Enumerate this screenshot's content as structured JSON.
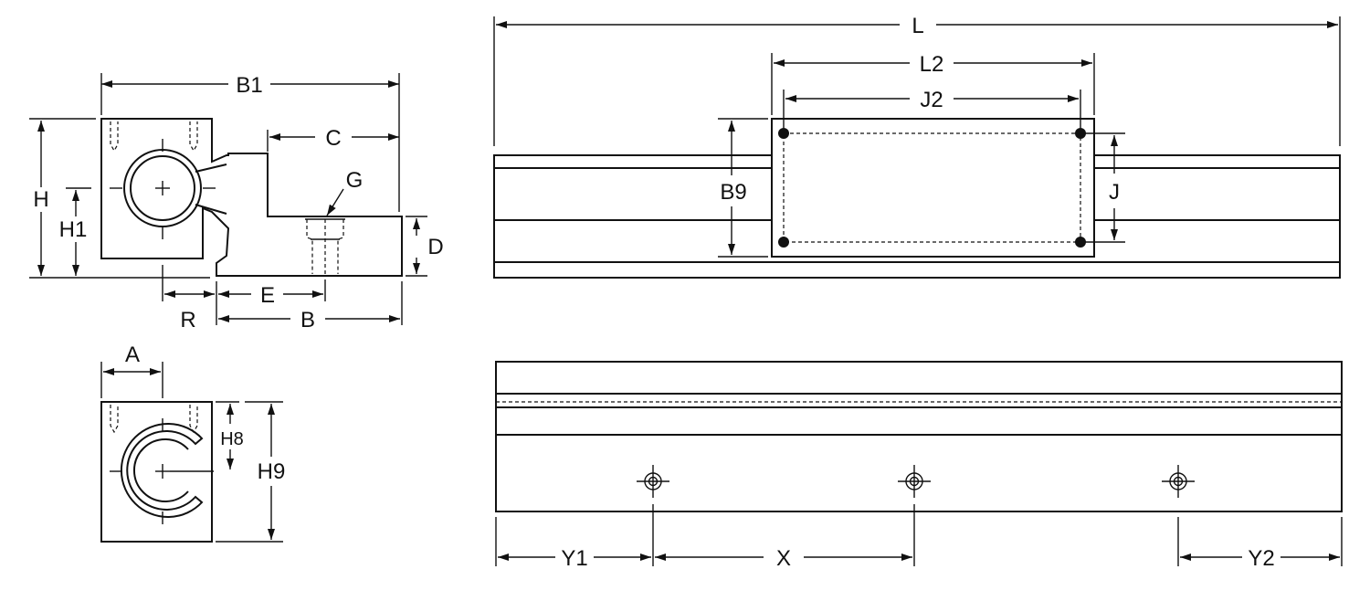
{
  "labels": {
    "b1": "B1",
    "c": "C",
    "g": "G",
    "h": "H",
    "h1": "H1",
    "d": "D",
    "e": "E",
    "r": "R",
    "b": "B",
    "a": "A",
    "h8": "H8",
    "h9": "H9",
    "l": "L",
    "l2": "L2",
    "j2": "J2",
    "b9": "B9",
    "j": "J",
    "y1": "Y1",
    "x": "X",
    "y2": "Y2"
  }
}
